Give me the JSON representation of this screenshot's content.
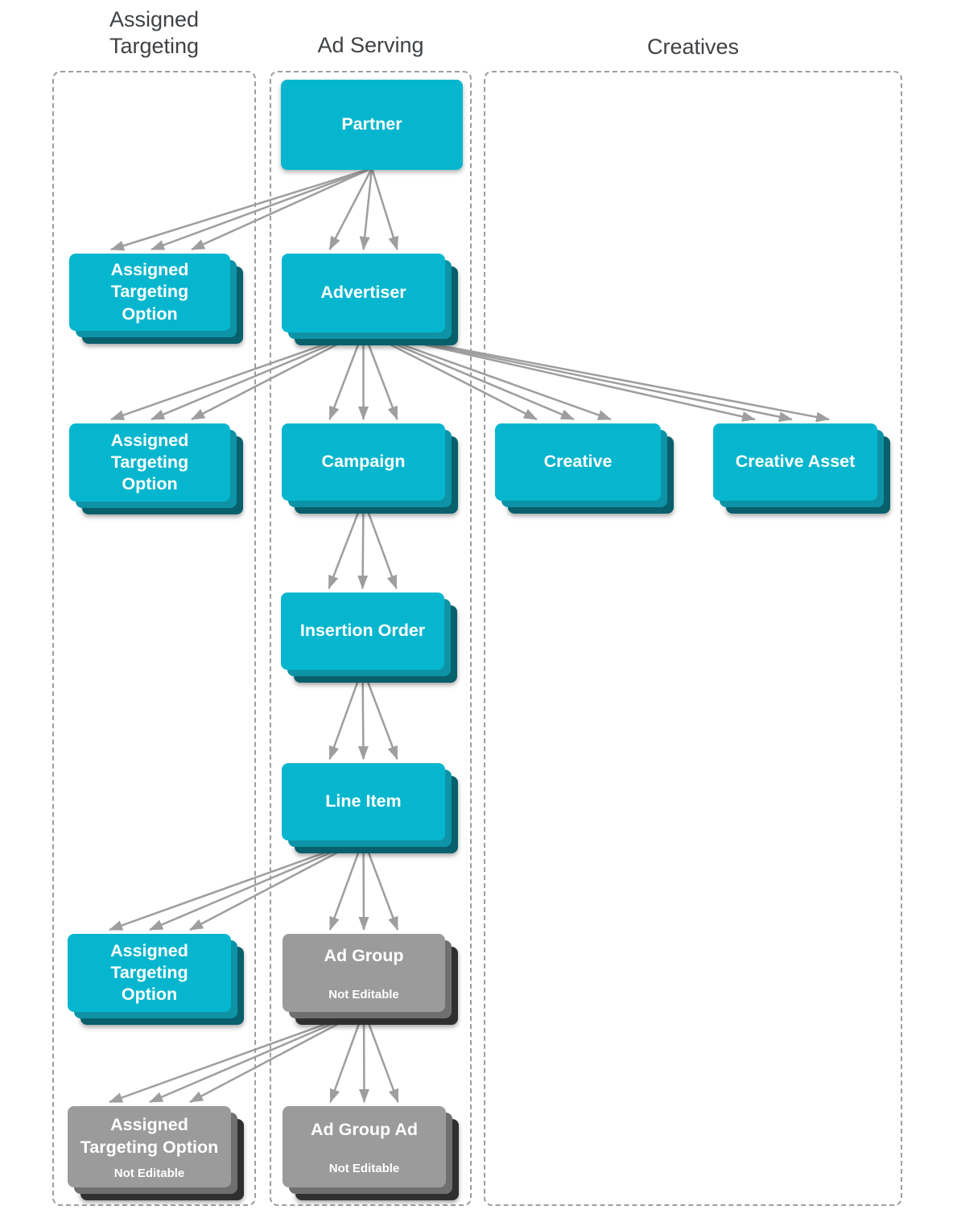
{
  "columns": [
    {
      "id": "assigned-targeting",
      "label": "Assigned Targeting"
    },
    {
      "id": "ad-serving",
      "label": "Ad Serving"
    },
    {
      "id": "creatives",
      "label": "Creatives"
    }
  ],
  "nodes": [
    {
      "id": "partner",
      "label": "Partner",
      "display": "Partner",
      "sublabel": "",
      "column": "ad-serving",
      "style": "teal",
      "stacked": false
    },
    {
      "id": "ato-advertiser",
      "label": "Assigned Targeting Option",
      "display": "Assigned\nTargeting\nOption",
      "sublabel": "",
      "column": "assigned-targeting",
      "style": "teal",
      "stacked": true
    },
    {
      "id": "advertiser",
      "label": "Advertiser",
      "display": "Advertiser",
      "sublabel": "",
      "column": "ad-serving",
      "style": "teal",
      "stacked": true
    },
    {
      "id": "ato-campaign",
      "label": "Assigned Targeting Option",
      "display": "Assigned\nTargeting\nOption",
      "sublabel": "",
      "column": "assigned-targeting",
      "style": "teal",
      "stacked": true
    },
    {
      "id": "campaign",
      "label": "Campaign",
      "display": "Campaign",
      "sublabel": "",
      "column": "ad-serving",
      "style": "teal",
      "stacked": true
    },
    {
      "id": "creative",
      "label": "Creative",
      "display": "Creative",
      "sublabel": "",
      "column": "creatives",
      "style": "teal",
      "stacked": true
    },
    {
      "id": "creative-asset",
      "label": "Creative Asset",
      "display": "Creative Asset",
      "sublabel": "",
      "column": "creatives",
      "style": "teal",
      "stacked": true
    },
    {
      "id": "insertion-order",
      "label": "Insertion Order",
      "display": "Insertion Order",
      "sublabel": "",
      "column": "ad-serving",
      "style": "teal",
      "stacked": true
    },
    {
      "id": "line-item",
      "label": "Line Item",
      "display": "Line Item",
      "sublabel": "",
      "column": "ad-serving",
      "style": "teal",
      "stacked": true
    },
    {
      "id": "ato-line-item",
      "label": "Assigned Targeting Option",
      "display": "Assigned\nTargeting\nOption",
      "sublabel": "",
      "column": "assigned-targeting",
      "style": "teal",
      "stacked": true
    },
    {
      "id": "ad-group",
      "label": "Ad Group",
      "display": "Ad Group",
      "sublabel": "Not Editable",
      "column": "ad-serving",
      "style": "gray",
      "stacked": true
    },
    {
      "id": "ato-ad-group",
      "label": "Assigned Targeting Option",
      "display": "Assigned\nTargeting Option",
      "sublabel": "Not Editable",
      "column": "assigned-targeting",
      "style": "gray",
      "stacked": true
    },
    {
      "id": "ad-group-ad",
      "label": "Ad Group Ad",
      "display": "Ad Group Ad",
      "sublabel": "Not Editable",
      "column": "ad-serving",
      "style": "gray",
      "stacked": true
    }
  ],
  "edges": [
    {
      "from": "partner",
      "to": "advertiser"
    },
    {
      "from": "partner",
      "to": "ato-advertiser"
    },
    {
      "from": "advertiser",
      "to": "campaign"
    },
    {
      "from": "advertiser",
      "to": "ato-campaign"
    },
    {
      "from": "advertiser",
      "to": "creative"
    },
    {
      "from": "advertiser",
      "to": "creative-asset"
    },
    {
      "from": "campaign",
      "to": "insertion-order"
    },
    {
      "from": "insertion-order",
      "to": "line-item"
    },
    {
      "from": "line-item",
      "to": "ad-group"
    },
    {
      "from": "line-item",
      "to": "ato-line-item"
    },
    {
      "from": "ad-group",
      "to": "ad-group-ad"
    },
    {
      "from": "ad-group",
      "to": "ato-ad-group"
    }
  ],
  "colors": {
    "teal_main": "#06b6ce",
    "teal_mid": "#0e93a6",
    "teal_dark": "#07606c",
    "gray_main": "#9b9b9b",
    "gray_mid": "#6f6f6f",
    "gray_dark": "#2f2f2f",
    "arrow": "#9e9e9e",
    "frame": "#9e9e9e",
    "header_text": "#3f4245"
  }
}
